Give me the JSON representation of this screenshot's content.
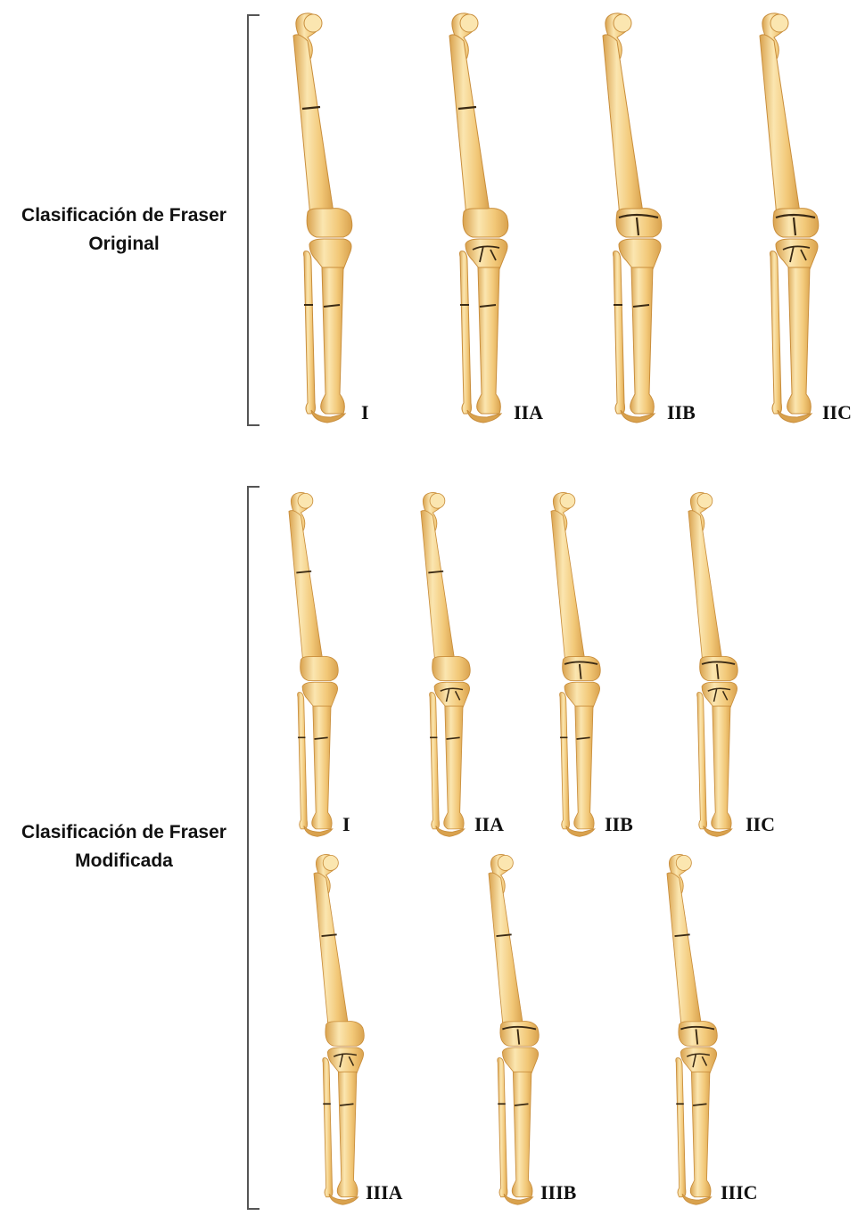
{
  "sections": [
    {
      "label_line1": "Clasificación de Fraser",
      "label_line2": "Original",
      "diagrams": [
        {
          "type": "I",
          "femur_shaft_fracture": true,
          "femur_condyle_fracture": false,
          "tibia_plateau_fracture": false,
          "leg_shaft_fracture": true
        },
        {
          "type": "IIA",
          "femur_shaft_fracture": true,
          "femur_condyle_fracture": false,
          "tibia_plateau_fracture": true,
          "leg_shaft_fracture": true
        },
        {
          "type": "IIB",
          "femur_shaft_fracture": false,
          "femur_condyle_fracture": true,
          "tibia_plateau_fracture": false,
          "leg_shaft_fracture": true
        },
        {
          "type": "IIC",
          "femur_shaft_fracture": false,
          "femur_condyle_fracture": true,
          "tibia_plateau_fracture": true,
          "leg_shaft_fracture": false
        }
      ]
    },
    {
      "label_line1": "Clasificación de Fraser",
      "label_line2": "Modificada",
      "diagrams": [
        {
          "type": "I",
          "femur_shaft_fracture": true,
          "femur_condyle_fracture": false,
          "tibia_plateau_fracture": false,
          "leg_shaft_fracture": true
        },
        {
          "type": "IIA",
          "femur_shaft_fracture": true,
          "femur_condyle_fracture": false,
          "tibia_plateau_fracture": true,
          "leg_shaft_fracture": true
        },
        {
          "type": "IIB",
          "femur_shaft_fracture": false,
          "femur_condyle_fracture": true,
          "tibia_plateau_fracture": false,
          "leg_shaft_fracture": true
        },
        {
          "type": "IIC",
          "femur_shaft_fracture": false,
          "femur_condyle_fracture": true,
          "tibia_plateau_fracture": true,
          "leg_shaft_fracture": false
        },
        {
          "type": "IIIA",
          "femur_shaft_fracture": true,
          "femur_condyle_fracture": false,
          "tibia_plateau_fracture": true,
          "leg_shaft_fracture": true
        },
        {
          "type": "IIIB",
          "femur_shaft_fracture": true,
          "femur_condyle_fracture": true,
          "tibia_plateau_fracture": false,
          "leg_shaft_fracture": true
        },
        {
          "type": "IIIC",
          "femur_shaft_fracture": true,
          "femur_condyle_fracture": true,
          "tibia_plateau_fracture": true,
          "leg_shaft_fracture": true
        }
      ]
    }
  ],
  "colors": {
    "bone_fill": "#f2c878",
    "bone_highlight": "#fbe6b0",
    "bone_shadow": "#d9a24e",
    "bone_outline": "#c98e3c",
    "fracture_line": "#3a2a14",
    "bracket": "#555555"
  }
}
